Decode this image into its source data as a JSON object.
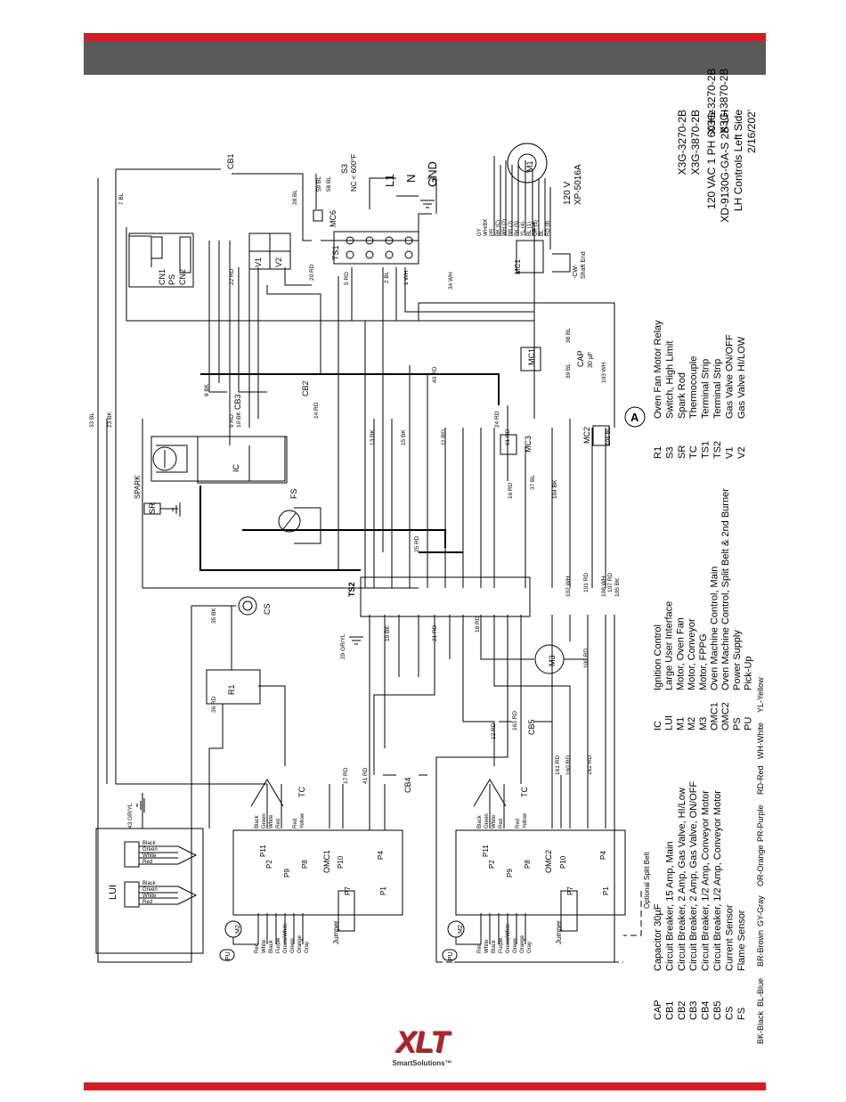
{
  "title_block": {
    "model1": "X3G-3270-2B",
    "model2": "X3G-3870-2B",
    "power": "120 VAC 1 PH 60 Hz",
    "part": "XD-9130G-GA-S 2B LH",
    "controls": "LH Controls Left Side",
    "date": "2/16/202'"
  },
  "motor_block": {
    "volt": "120 V",
    "part": "XP-5016A",
    "rot": "-CW-",
    "shaft": "Shaft End"
  },
  "mains": {
    "l1": "L1",
    "n": "N",
    "gnd": "GND"
  },
  "components": {
    "cb1": "CB1",
    "cb2": "CB2",
    "cb3": "CB3",
    "cb4": "CB4",
    "cb5": "CB5",
    "s3": "S3",
    "s3_note": "NC < 600°F",
    "mc6": "MC6",
    "ts1": "TS1",
    "ts2": "TS2",
    "v1": "V1",
    "v2": "V2",
    "ps": "PS",
    "cn1": "CN1",
    "cn2": "CN2",
    "ic": "IC",
    "spark": "SPARK",
    "sr": "SR",
    "fs": "FS",
    "cs": "CS",
    "r1": "R1",
    "m1": "M1",
    "m2": "M2",
    "m3": "M3",
    "mc1": "MC1",
    "mc2": "MC2",
    "mc3": "MC3",
    "cap": "CAP",
    "cap_val": "30 µF",
    "omc1": "OMC1",
    "omc2": "OMC2",
    "lui": "LUI",
    "pu": "PU",
    "tc": "TC",
    "a_mark": "A",
    "optional": "Optional Split Belt",
    "jumper": "Jumper"
  },
  "wires": [
    "7 BL",
    "28 BL",
    "59 BL",
    "58 BL",
    "22 RD",
    "20 RD",
    "5 RD",
    "2 BL",
    "1 WH",
    "34 WH",
    "8 BK",
    "9 RD",
    "10 BK",
    "13 BK",
    "15 BK",
    "11 RD",
    "40 RD",
    "61 RD",
    "24 RD",
    "16 RD",
    "37 BL",
    "104 BK",
    "106 BL",
    "103 WH",
    "38 BL",
    "39 BL",
    "33 BL",
    "23 BK",
    "25 RD",
    "35 BK",
    "29 GR/YL",
    "19 BK",
    "21 RD",
    "18 RD",
    "100 RD",
    "102 WH",
    "101 RD",
    "108 WH",
    "107 RD",
    "105 BK",
    "36 RD",
    "163 RD",
    "12 RD",
    "17 RD",
    "41 RD",
    "161 RD",
    "160 RD",
    "162 RD",
    "43 GR/YL",
    "14 RD"
  ],
  "legend_left": [
    {
      "code": "CAP",
      "desc": "Capacitor 30µF"
    },
    {
      "code": "CB1",
      "desc": "Circuit Breaker, 15 Amp, Main"
    },
    {
      "code": "CB2",
      "desc": "Circuit Breaker, 2 Amp, Gas Valve, HI/Low"
    },
    {
      "code": "CB3",
      "desc": "Circuit Breaker, 2 Amp, Gas Valve, ON/OFF"
    },
    {
      "code": "CB4",
      "desc": "Circuit Breaker, 1/2 Amp, Conveyor Motor"
    },
    {
      "code": "CB5",
      "desc": "Circuit Breaker, 1/2 Amp, Conveyor Motor"
    },
    {
      "code": "CS",
      "desc": "Current Sensor"
    },
    {
      "code": "FS",
      "desc": "Flame Sensor"
    }
  ],
  "legend_mid": [
    {
      "code": "IC",
      "desc": "Ignition Control"
    },
    {
      "code": "LUI",
      "desc": "Large User Interface"
    },
    {
      "code": "M1",
      "desc": "Motor, Oven Fan"
    },
    {
      "code": "M2",
      "desc": "Motor, Conveyor"
    },
    {
      "code": "M3",
      "desc": "Motor, FPPG"
    },
    {
      "code": "OMC1",
      "desc": "Oven Machine Control, Main"
    },
    {
      "code": "OMC2",
      "desc": "Oven Machine Control, Split Belt & 2nd Burner"
    },
    {
      "code": "PS",
      "desc": "Power Supply"
    },
    {
      "code": "PU",
      "desc": "Pick-Up"
    }
  ],
  "legend_right": [
    {
      "code": "R1",
      "desc": "Oven Fan Motor Relay"
    },
    {
      "code": "S3",
      "desc": "Switch, High Limit"
    },
    {
      "code": "SR",
      "desc": "Spark Rod"
    },
    {
      "code": "TC",
      "desc": "Thermocouple"
    },
    {
      "code": "TS1",
      "desc": "Terminal Strip"
    },
    {
      "code": "TS2",
      "desc": "Terminal Strip"
    },
    {
      "code": "V1",
      "desc": "Gas Valve ON/OFF"
    },
    {
      "code": "V2",
      "desc": "Gas Valve HI/LOW"
    }
  ],
  "colors": [
    "BK-Black",
    "BL-Blue",
    "BR-Brown",
    "GY-Gray",
    "OR-Orange",
    "PR-Purple",
    "RD-Red",
    "WH-White",
    "YL-Yellow"
  ],
  "omc_ports": {
    "p11": "P11",
    "p2": "P2",
    "p8": "P8",
    "p10": "P10",
    "p4": "P4",
    "p9": "P9",
    "p7": "P7",
    "p1": "P1"
  },
  "wire_colors_conn": [
    "Black",
    "Green",
    "White",
    "Red"
  ],
  "tc_colors": [
    "Red",
    "Yellow"
  ],
  "m2_colors": [
    "Red",
    "White",
    "Black",
    "Purple",
    "Green/White",
    "Green",
    "Orange",
    "Gray"
  ],
  "lui_colors": [
    "Black",
    "Green",
    "White",
    "Red"
  ],
  "m1_leads": [
    "GY",
    "WH/BK",
    "PR",
    "BK (C)",
    "WH (2)",
    "BR (J)",
    "BK (5)",
    "YL (4)",
    "BL (1)",
    "OR (3)",
    "BL",
    "RD (8)"
  ],
  "brand": {
    "logo": "XLT",
    "tagline": "SmartSolutions™"
  }
}
